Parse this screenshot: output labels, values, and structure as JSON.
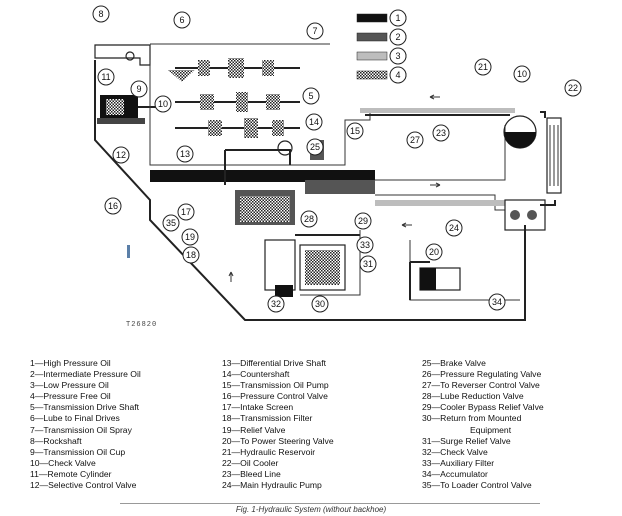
{
  "legend_key": [
    {
      "id": "1",
      "fill": "#111111",
      "label": "High Pressure Oil"
    },
    {
      "id": "2",
      "fill": "#555555",
      "label": "Intermediate Pressure Oil"
    },
    {
      "id": "3",
      "fill": "#bdbdbd",
      "label": "Low Pressure Oil"
    },
    {
      "id": "4",
      "fill": "hatch",
      "label": "Pressure Free Oil"
    }
  ],
  "callouts": [
    "1",
    "2",
    "3",
    "4",
    "5",
    "6",
    "7",
    "8",
    "9",
    "10",
    "11",
    "12",
    "13",
    "14",
    "15",
    "16",
    "17",
    "18",
    "19",
    "20",
    "21",
    "22",
    "23",
    "24",
    "25",
    "27",
    "28",
    "29",
    "30",
    "31",
    "32",
    "33",
    "34",
    "35"
  ],
  "ref_code": "T26820",
  "legend_columns": [
    [
      "1—High Pressure Oil",
      "2—Intermediate Pressure Oil",
      "3—Low Pressure Oil",
      "4—Pressure Free Oil",
      "5—Transmission Drive Shaft",
      "6—Lube to Final Drives",
      "7—Transmission Oil Spray",
      "8—Rockshaft",
      "9—Transmission Oil Cup",
      "10—Check Valve",
      "11—Remote Cylinder",
      "12—Selective Control Valve"
    ],
    [
      "13—Differential Drive Shaft",
      "14—Countershaft",
      "15—Transmission Oil Pump",
      "16—Pressure Control Valve",
      "17—Intake Screen",
      "18—Transmission Filter",
      "19—Relief Valve",
      "20—To Power Steering Valve",
      "21—Hydraulic Reservoir",
      "22—Oil Cooler",
      "23—Bleed Line",
      "24—Main Hydraulic Pump"
    ],
    [
      "25—Brake Valve",
      "26—Pressure Regulating Valve",
      "27—To Reverser Control Valve",
      "28—Lube Reduction Valve",
      "29—Cooler Bypass Relief Valve",
      "30—Return from Mounted",
      "Equipment",
      "31—Surge Relief Valve",
      "32—Check Valve",
      "33—Auxiliary Filter",
      "34—Accumulator",
      "35—To Loader Control Valve"
    ]
  ],
  "caption": "Fig. 1-Hydraulic System (without backhoe)"
}
